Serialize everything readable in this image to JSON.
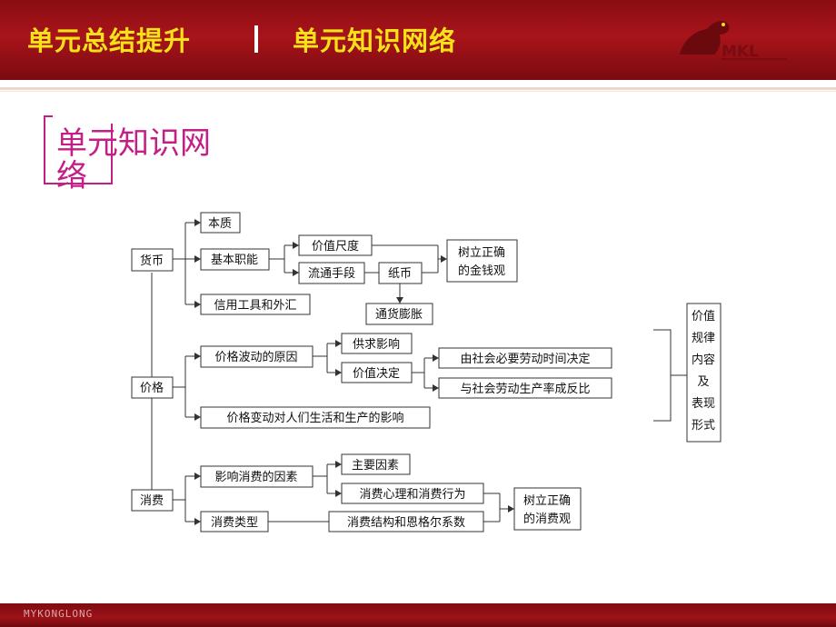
{
  "header": {
    "left_title": "单元总结提升",
    "right_title": "单元知识网络"
  },
  "section_title": "单元知识网络",
  "footer_logo": "MYKONGLONG",
  "colors": {
    "header_bg": "#a8141a",
    "header_text": "#f7e21a",
    "title_magenta": "#c41f86"
  },
  "nodes": {
    "money": "货币",
    "essence": "本质",
    "basic_functions": "基本职能",
    "measure_of_value": "价值尺度",
    "medium_circulation": "流通手段",
    "paper_money": "纸币",
    "inflation": "通货膨胀",
    "correct_money_view": [
      "树立正确",
      "的金钱观"
    ],
    "credit_tools": "信用工具和外汇",
    "price": "价格",
    "price_fluctuation_causes": "价格波动的原因",
    "supply_demand": "供求影响",
    "value_determines": "价值决定",
    "social_labor_time": "由社会必要劳动时间决定",
    "labor_productivity": "与社会劳动生产率成反比",
    "price_change_impact": "价格变动对人们生活和生产的影响",
    "value_law": [
      "价值",
      "规律",
      "内容",
      "及",
      "表现",
      "形式"
    ],
    "consumption": "消费",
    "consumption_factors": "影响消费的因素",
    "main_factors": "主要因素",
    "consumer_psychology": "消费心理和消费行为",
    "consumption_types": "消费类型",
    "consumption_structure": "消费结构和恩格尔系数",
    "correct_consumption_view": [
      "树立正确",
      "的消费观"
    ]
  }
}
